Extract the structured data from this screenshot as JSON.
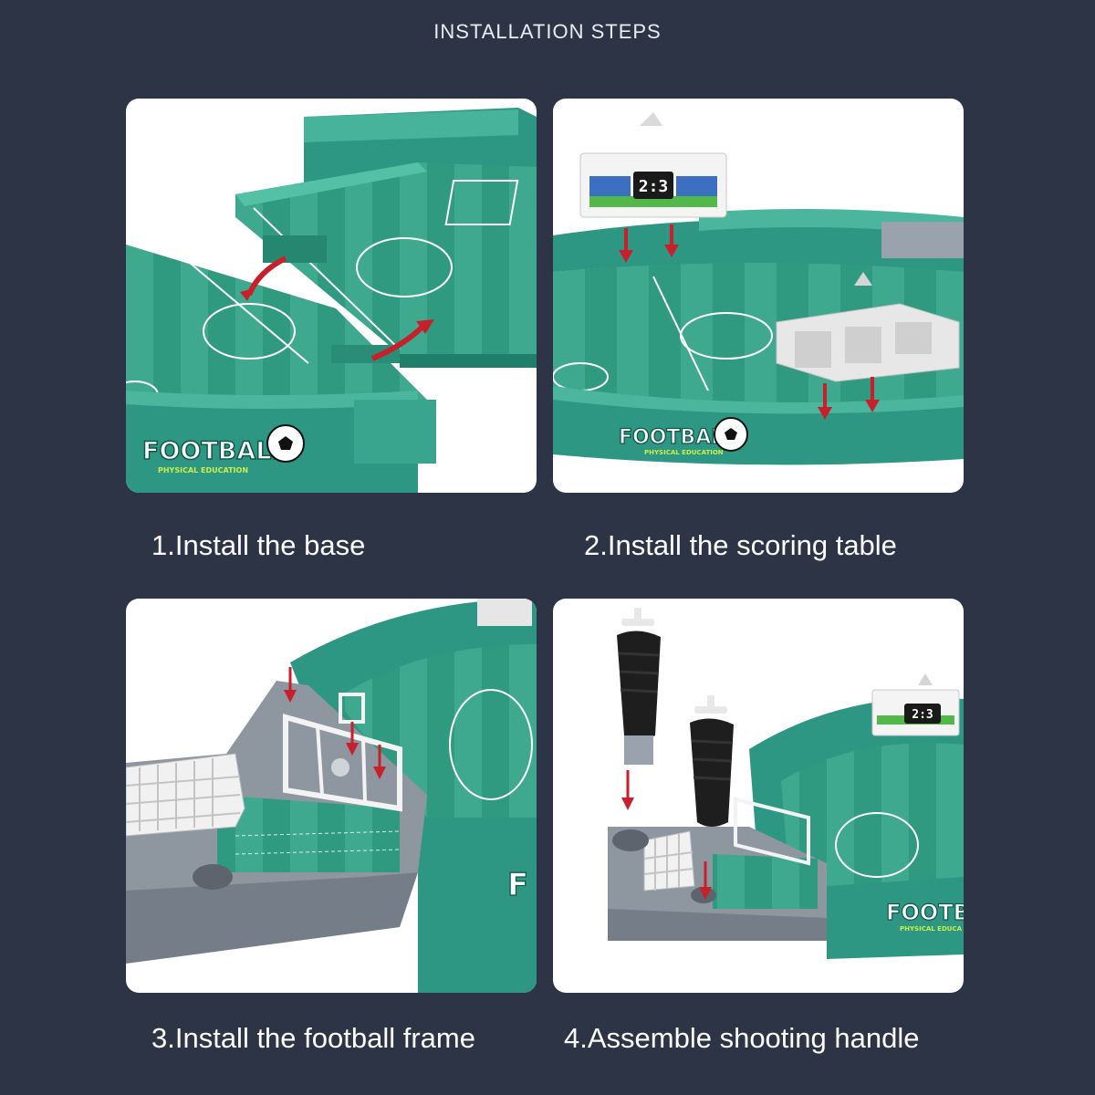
{
  "header": {
    "title": "INSTALLATION STEPS"
  },
  "steps": [
    {
      "caption": "1.Install the base"
    },
    {
      "caption": "2.Install the scoring table"
    },
    {
      "caption": "3.Install the football frame"
    },
    {
      "caption": "4.Assemble shooting handle"
    }
  ],
  "product": {
    "brand": "FOOTBALL",
    "brand_partial_a": "FOOTBA",
    "brand_partial_b": "F",
    "sub_label": "PHYSICAL EDUCATION",
    "sub_label_partial": "PHYSICAL EDUCA",
    "score": "2:3"
  },
  "colors": {
    "background": "#2c3446",
    "field_green": "#2b9a83",
    "rail_teal": "#3aa58e",
    "frame_grey": "#8e96a0",
    "arrow_red": "#c8202a"
  }
}
